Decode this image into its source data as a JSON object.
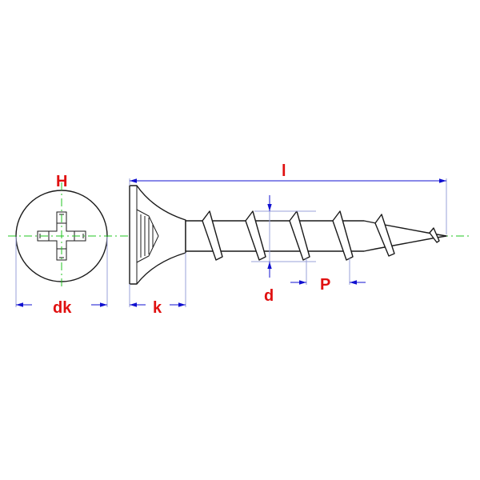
{
  "labels": {
    "drive": "H",
    "head_diameter": "dk",
    "head_height": "k",
    "length": "l",
    "thread_diameter": "d",
    "pitch": "P"
  },
  "colors": {
    "label": "#e01010",
    "dimension_line": "#1010d0",
    "extension_line": "#9aa0d8",
    "center_line": "#22c422",
    "outline": "#1a1a1a"
  },
  "drawing": {
    "part": "countersunk-phillips-screw",
    "views": [
      "end-view",
      "side-view"
    ]
  }
}
